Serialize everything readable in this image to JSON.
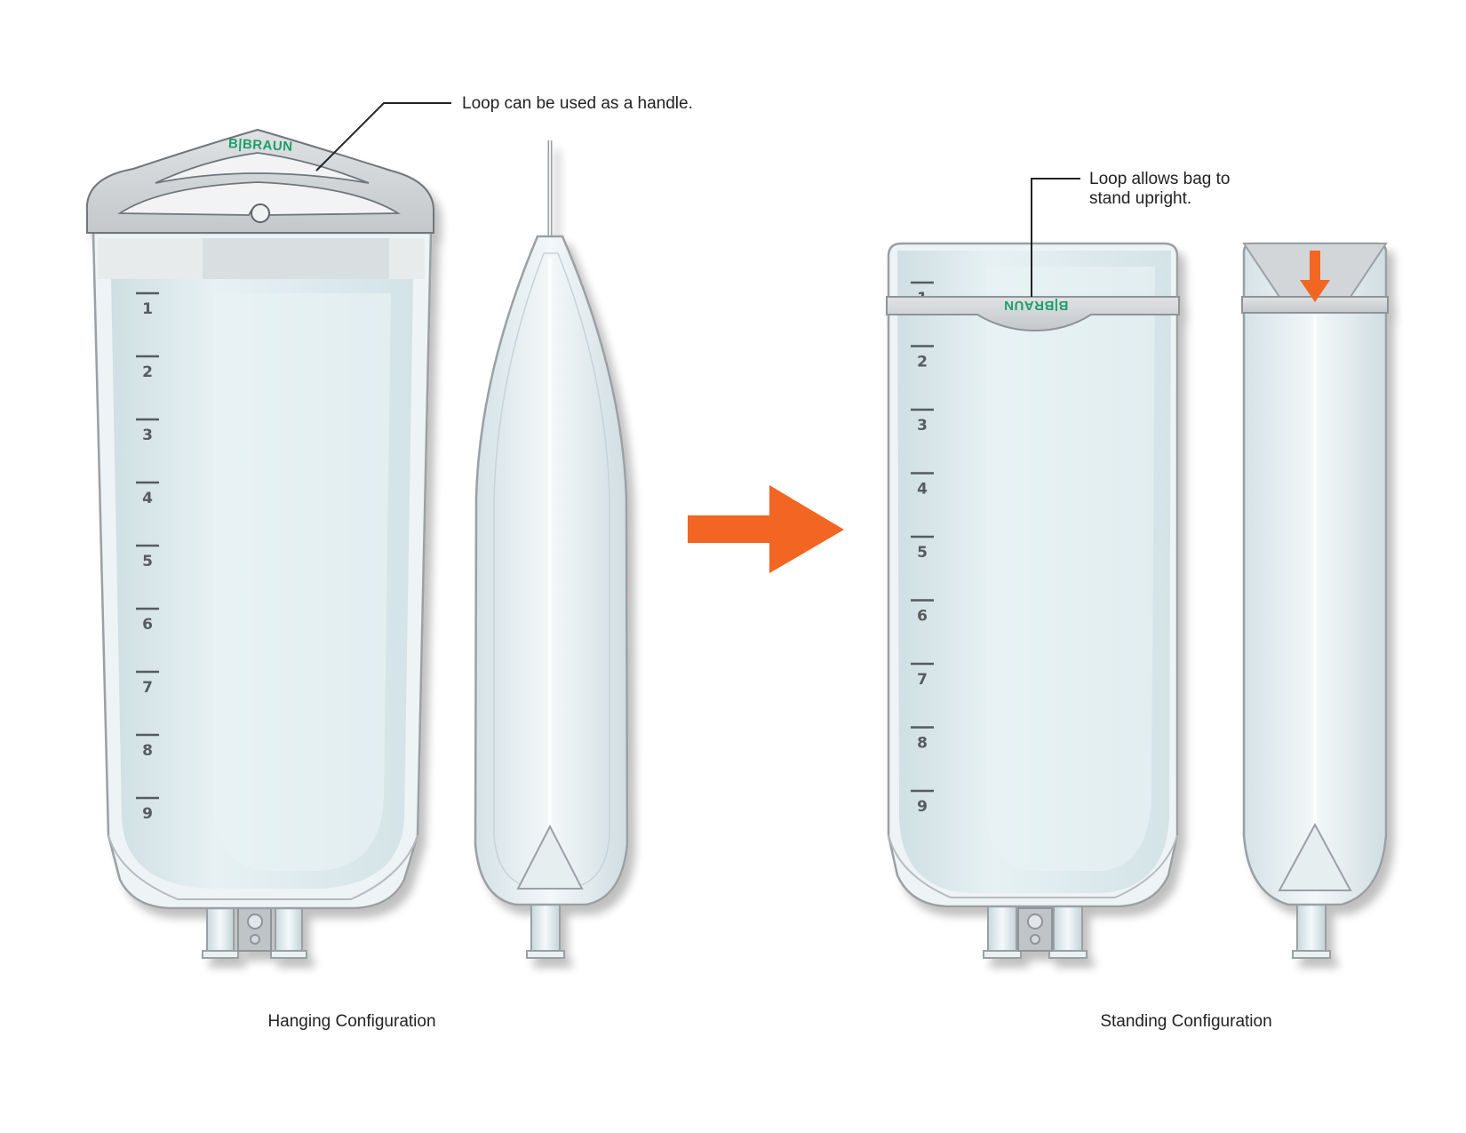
{
  "annotations": {
    "handle_loop": "Loop can be used as a handle.",
    "stand_loop_line1": "Loop allows bag to",
    "stand_loop_line2": "stand upright."
  },
  "captions": {
    "hanging": "Hanging Configuration",
    "standing": "Standing Configuration"
  },
  "brand": "B|BRAUN",
  "scale_marks": [
    "1",
    "2",
    "3",
    "4",
    "5",
    "6",
    "7",
    "8",
    "9"
  ],
  "colors": {
    "arrow": "#f26522",
    "brand_green": "#1f9e6b",
    "fluid": "#dbe9ec",
    "bag_outline": "#9aa0a4",
    "loop_gray": "#cfd2d4"
  },
  "icons": {
    "transition": "right-arrow-icon",
    "fold_indicator": "down-arrow-icon"
  }
}
